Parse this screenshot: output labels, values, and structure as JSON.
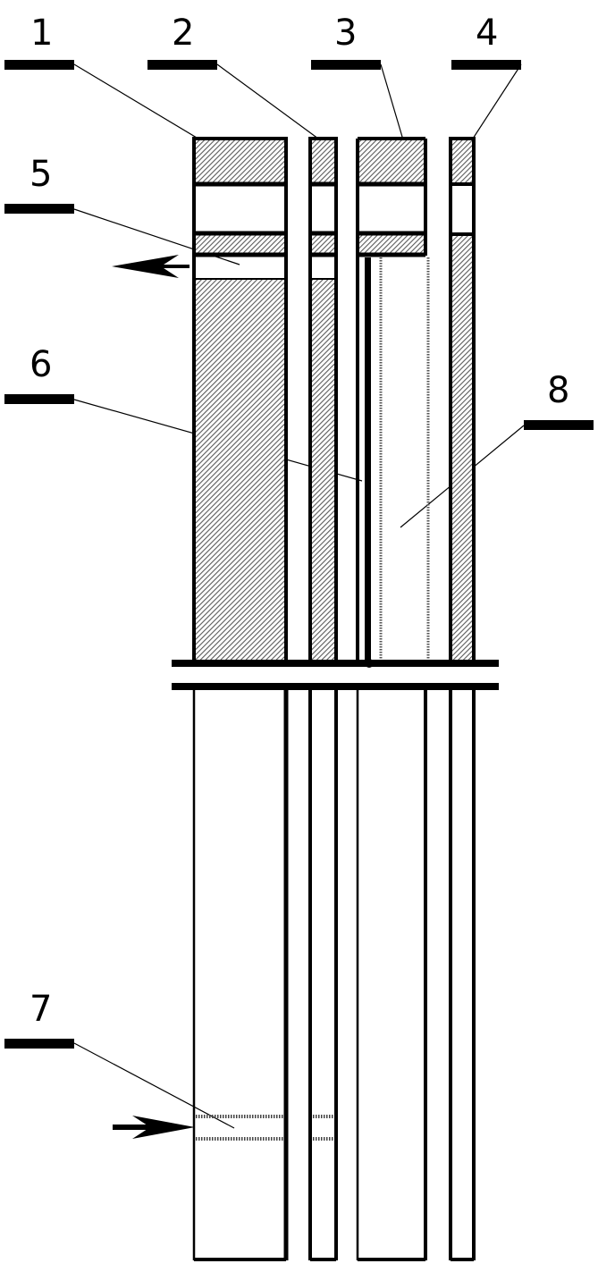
{
  "labels": [
    "1",
    "2",
    "3",
    "4",
    "5",
    "6",
    "7",
    "8"
  ],
  "colors": {
    "ink": "#000000",
    "hatch": "#8a8a8a",
    "background": "#ffffff"
  },
  "icons": [
    "arrow-left-icon",
    "arrow-right-icon"
  ]
}
